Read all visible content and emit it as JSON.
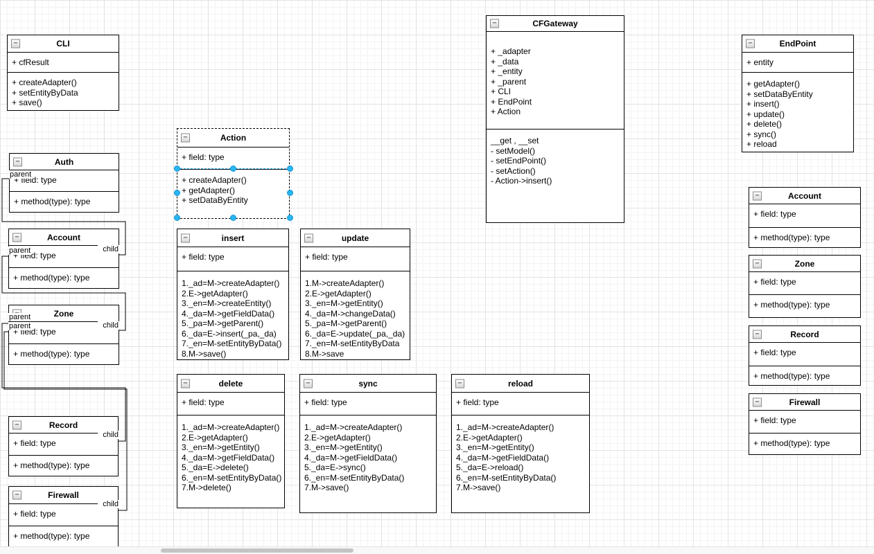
{
  "icons": {
    "collapse": "−"
  },
  "edge_labels": {
    "parent": "parent",
    "child": "child"
  },
  "selection_color": "#29b6f2",
  "classes": {
    "cli": {
      "title": "CLI",
      "fields": [
        "+ cfResult"
      ],
      "methods": [
        "+ createAdapter()",
        "+ setEntityByData",
        "+ save()"
      ]
    },
    "auth": {
      "title": "Auth",
      "fields": [
        "+ field: type"
      ],
      "methods": [
        "+ method(type): type"
      ]
    },
    "account_left": {
      "title": "Account",
      "fields": [
        "+ field: type"
      ],
      "methods": [
        "+ method(type): type"
      ]
    },
    "zone_left": {
      "title": "Zone",
      "fields": [
        "+ field: type"
      ],
      "methods": [
        "+ method(type): type"
      ]
    },
    "record_left": {
      "title": "Record",
      "fields": [
        "+ field: type"
      ],
      "methods": [
        "+ method(type): type"
      ]
    },
    "firewall_left": {
      "title": "Firewall",
      "fields": [
        "+ field: type"
      ],
      "methods": [
        "+ method(type): type"
      ]
    },
    "action": {
      "title": "Action",
      "fields": [
        "+ field: type"
      ],
      "methods": [
        "+ createAdapter()",
        "+ getAdapter()",
        "+ setDataByEntity"
      ]
    },
    "insert": {
      "title": "insert",
      "fields": [
        "+ field: type"
      ],
      "methods": [
        "1._ad=M->createAdapter()",
        "2.E->getAdapter()",
        "3._en=M->createEntity()",
        "4._da=M->getFieldData()",
        "5._pa=M->getParent()",
        "6._da=E->insert(_pa,_da)",
        "7._en=M-setEntityByData()",
        "8.M->save()"
      ]
    },
    "update": {
      "title": "update",
      "fields": [
        "+ field: type"
      ],
      "methods": [
        "1.M->createAdapter()",
        "2.E->getAdapter()",
        "3._en=M->getEntity()",
        "4._da=M->changeData()",
        "5._pa=M->getParent()",
        "6._da=E->update(_pa,_da)",
        "7._en=M-setEntityByData",
        "8.M->save"
      ]
    },
    "delete": {
      "title": "delete",
      "fields": [
        "+ field: type"
      ],
      "methods": [
        "1._ad=M->createAdapter()",
        "2.E->getAdapter()",
        "3._en=M->getEntity()",
        "4._da=M->getFieldData()",
        "5._da=E->delete()",
        "6._en=M-setEntityByData()",
        "7.M->delete()"
      ]
    },
    "sync": {
      "title": "sync",
      "fields": [
        "+ field: type"
      ],
      "methods": [
        "1._ad=M->createAdapter()",
        "2.E->getAdapter()",
        "3._en=M->getEntity()",
        "4._da=M->getFieldData()",
        "5._da=E->sync()",
        "6._en=M-setEntityByData()",
        "7.M->save()"
      ]
    },
    "reload": {
      "title": "reload",
      "fields": [
        "+ field: type"
      ],
      "methods": [
        "1._ad=M->createAdapter()",
        "2.E->getAdapter()",
        "3._en=M->getEntity()",
        "4._da=M->getFieldData()",
        "5._da=E->reload()",
        "6._en=M-setEntityByData()",
        "7.M->save()"
      ]
    },
    "cfgateway": {
      "title": "CFGateway",
      "fields": [
        "+ _adapter",
        "+ _data",
        "+ _entity",
        "+ _parent",
        "+ CLI",
        "+ EndPoint",
        "+ Action"
      ],
      "methods": [
        "__get , __set",
        "- setModel()",
        "- setEndPoint()",
        "- setAction()",
        "- Action->insert()"
      ]
    },
    "endpoint": {
      "title": "EndPoint",
      "fields": [
        "+ entity"
      ],
      "methods": [
        "+ getAdapter()",
        "+ setDataByEntity",
        "+ insert()",
        "+ update()",
        "+ delete()",
        "+ sync()",
        "+ reload"
      ]
    },
    "account_right": {
      "title": "Account",
      "fields": [
        "+ field: type"
      ],
      "methods": [
        "+ method(type): type"
      ]
    },
    "zone_right": {
      "title": "Zone",
      "fields": [
        "+ field: type"
      ],
      "methods": [
        "+ method(type): type"
      ]
    },
    "record_right": {
      "title": "Record",
      "fields": [
        "+ field: type"
      ],
      "methods": [
        "+ method(type): type"
      ]
    },
    "firewall_right": {
      "title": "Firewall",
      "fields": [
        "+ field: type"
      ],
      "methods": [
        "+ method(type): type"
      ]
    }
  }
}
